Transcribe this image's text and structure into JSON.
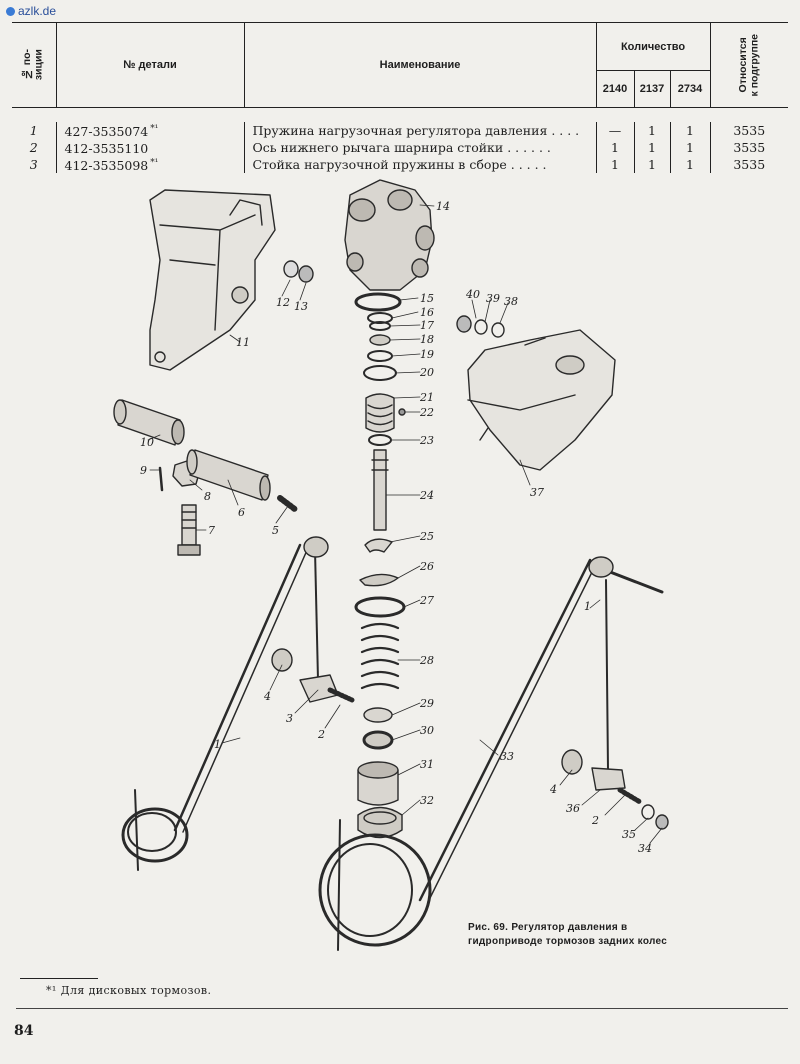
{
  "watermark": "azlk.de",
  "table": {
    "col_pos": "№ по-\nзиции",
    "col_part": "№ детали",
    "col_name": "Наименование",
    "col_qty": "Количество",
    "col_group": "Относится\nк подгруппе",
    "models": [
      "2140",
      "2137",
      "2734"
    ],
    "rows": [
      {
        "pos": "1",
        "part": "427-3535074",
        "note": "*¹",
        "name": "Пружина нагрузочная регулятора давления",
        "leader": ". . . .",
        "q1": "—",
        "q2": "1",
        "q3": "1",
        "group": "3535"
      },
      {
        "pos": "2",
        "part": "412-3535110",
        "note": "",
        "name": "Ось нижнего рычага шарнира стойки",
        "leader": ". . . . . .",
        "q1": "1",
        "q2": "1",
        "q3": "1",
        "group": "3535"
      },
      {
        "pos": "3",
        "part": "412-3535098",
        "note": "*¹",
        "name": "Стойка нагрузочной пружины в сборе",
        "leader": ". . . . .",
        "q1": "1",
        "q2": "1",
        "q3": "1",
        "group": "3535"
      }
    ]
  },
  "callouts": [
    "1",
    "2",
    "3",
    "4",
    "5",
    "6",
    "7",
    "8",
    "9",
    "10",
    "11",
    "12",
    "13",
    "14",
    "15",
    "16",
    "17",
    "18",
    "19",
    "20",
    "21",
    "22",
    "23",
    "24",
    "25",
    "26",
    "27",
    "28",
    "29",
    "30",
    "31",
    "32",
    "33",
    "34",
    "35",
    "36",
    "37",
    "38",
    "39",
    "40",
    "1",
    "2",
    "4"
  ],
  "caption": "Рис. 69. Регулятор давления в гидроприводе тормозов задних колес",
  "footnote": "*¹ Для дисковых тормозов.",
  "page_number": "84"
}
